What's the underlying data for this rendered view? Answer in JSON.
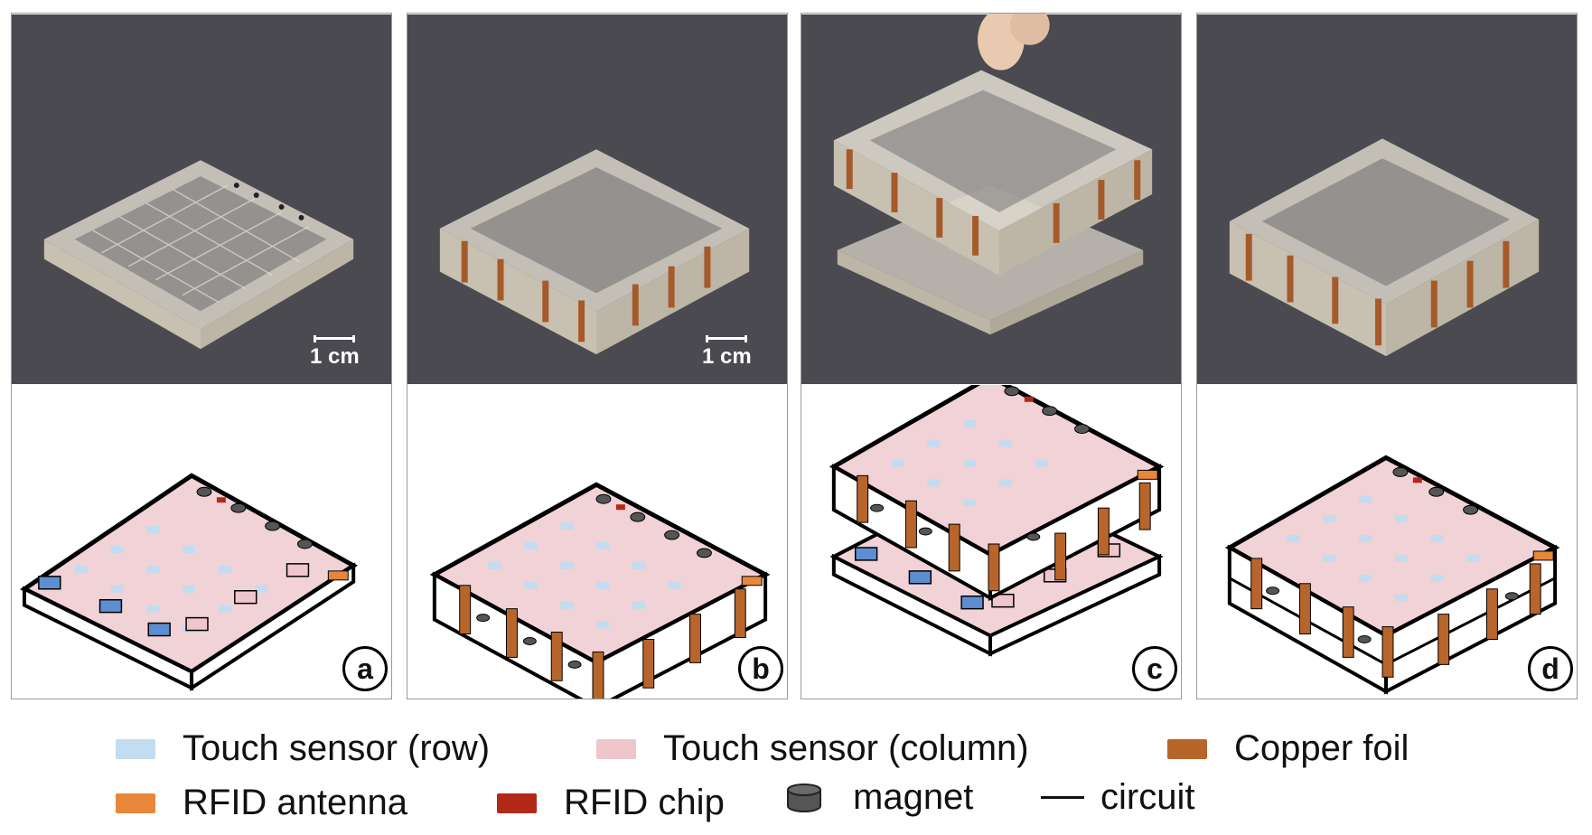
{
  "panels": [
    {
      "label": "a",
      "scale": "1 cm"
    },
    {
      "label": "b",
      "scale": "1 cm"
    },
    {
      "label": "c"
    },
    {
      "label": "d"
    }
  ],
  "legend": [
    {
      "label": "Touch sensor (row)",
      "color": "#c3dcf0",
      "icon": "swatch"
    },
    {
      "label": "Touch sensor (column)",
      "color": "#efc6cc",
      "icon": "swatch"
    },
    {
      "label": "Copper foil",
      "color": "#b8652b",
      "icon": "swatch"
    },
    {
      "label": "RFID antenna",
      "color": "#e8873c",
      "icon": "swatch"
    },
    {
      "label": "RFID chip",
      "color": "#b42818",
      "icon": "swatch"
    },
    {
      "label": "magnet",
      "color": "#555555",
      "icon": "cylinder-icon"
    },
    {
      "label": "circuit",
      "color": "#111111",
      "icon": "line-icon"
    }
  ],
  "colors": {
    "photo_bg": "#4a4a50",
    "panel_border": "#9a9a9a"
  }
}
